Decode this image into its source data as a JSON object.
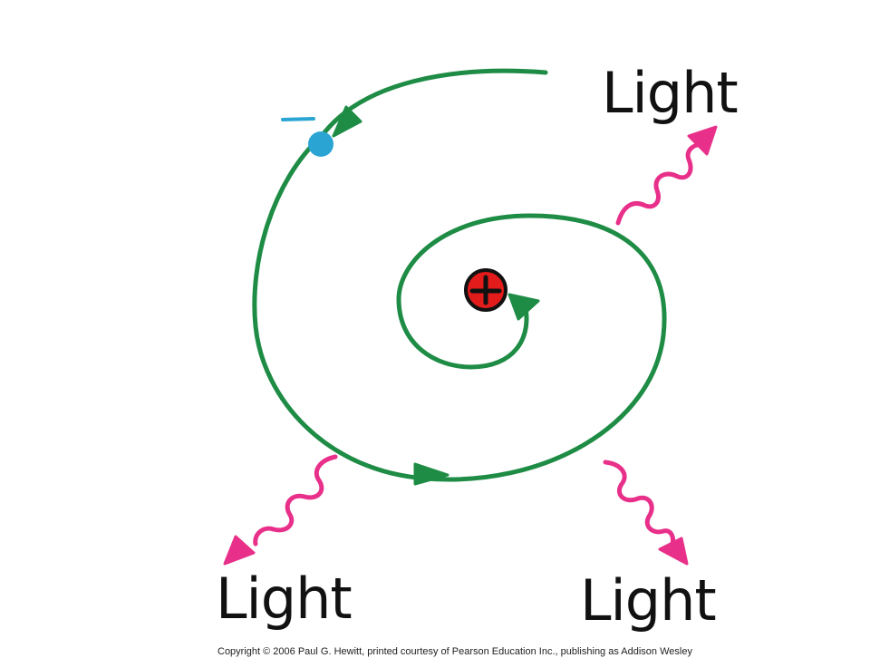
{
  "labels": {
    "light_top_right": "Light",
    "light_bottom_left": "Light",
    "light_bottom_right": "Light"
  },
  "electron": {
    "charge_symbol": "−"
  },
  "nucleus": {
    "charge_symbol": "+"
  },
  "copyright": "Copyright © 2006 Paul G. Hewitt, printed courtesy of Pearson Education Inc., publishing as Addison Wesley",
  "colors": {
    "spiral_path": "#1e8c45",
    "light_wave": "#e8308a",
    "electron": "#2aa5d3",
    "nucleus": "#e21b1b",
    "label_text": "#111111"
  }
}
